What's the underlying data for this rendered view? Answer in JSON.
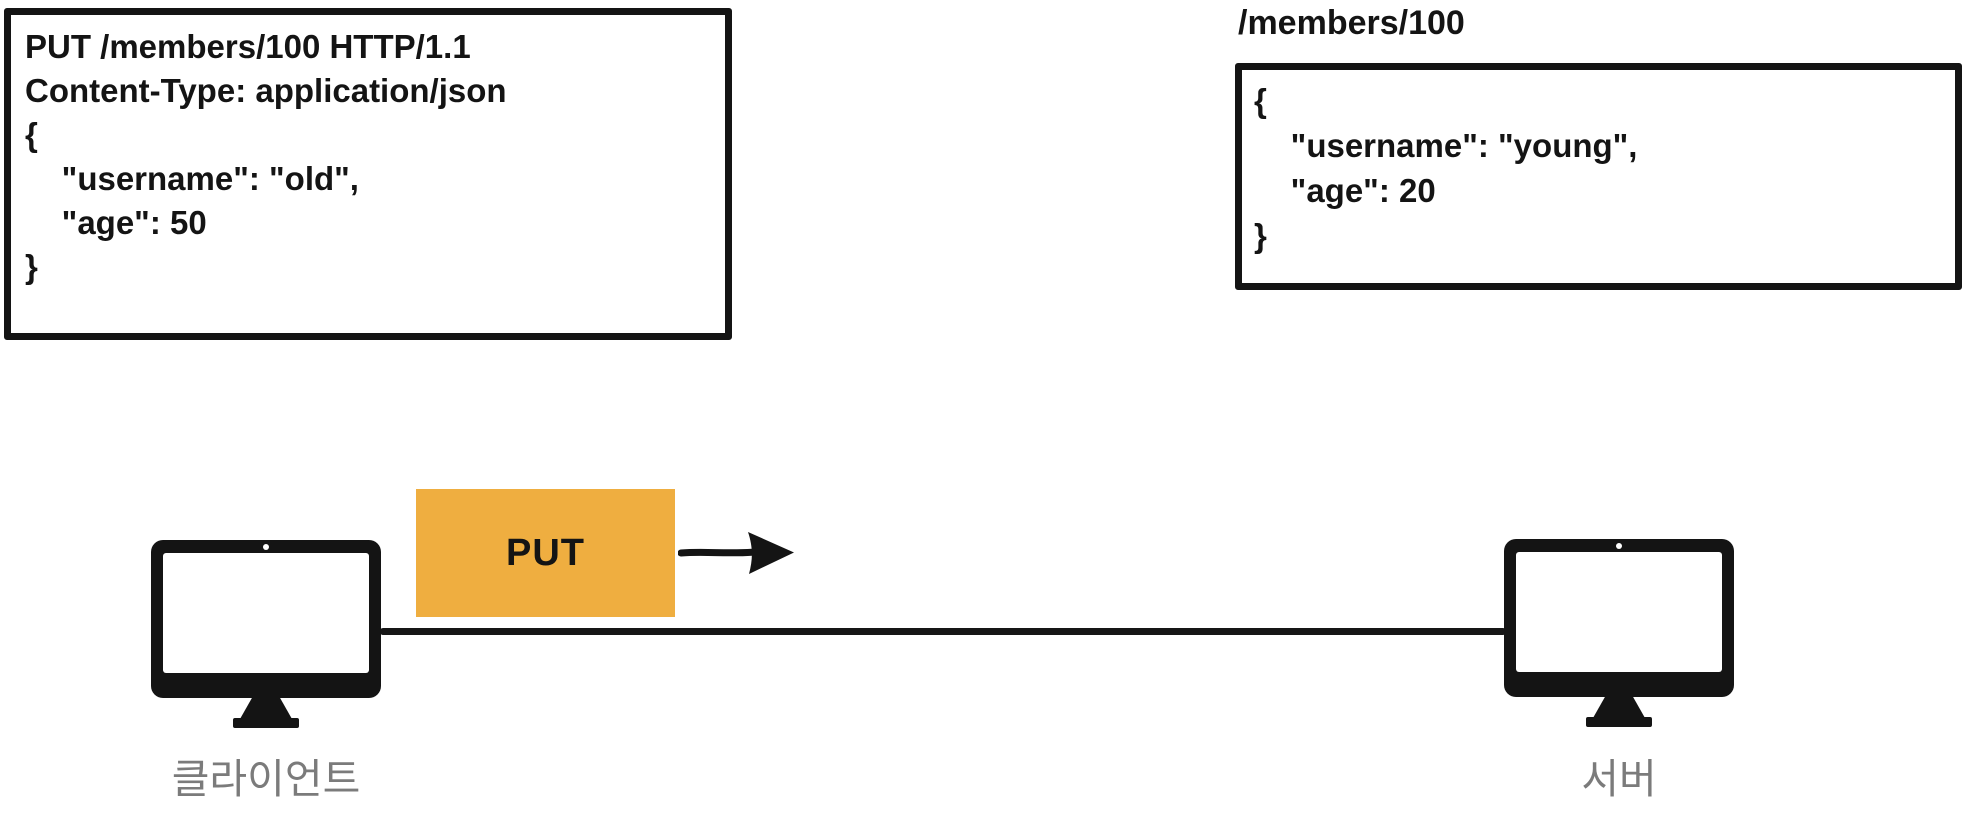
{
  "request_box": {
    "lines": [
      "PUT /members/100 HTTP/1.1",
      "Content-Type: application/json",
      "",
      "{",
      "    \"username\": \"old\",",
      "    \"age\": 50",
      "}"
    ]
  },
  "resource_box": {
    "title": "/members/100",
    "lines": [
      "{",
      "    \"username\": \"young\",",
      "    \"age\": 20",
      "}"
    ]
  },
  "flow": {
    "method": "PUT",
    "client_label": "클라이언트",
    "server_label": "서버"
  },
  "icons": {
    "client": "monitor-icon",
    "server": "monitor-icon",
    "direction": "arrow-right-icon"
  },
  "colors": {
    "method_box_bg": "#EFAE40",
    "ink": "#141414",
    "node_label_gray": "#7B7B7B",
    "background": "#FFFFFF"
  }
}
